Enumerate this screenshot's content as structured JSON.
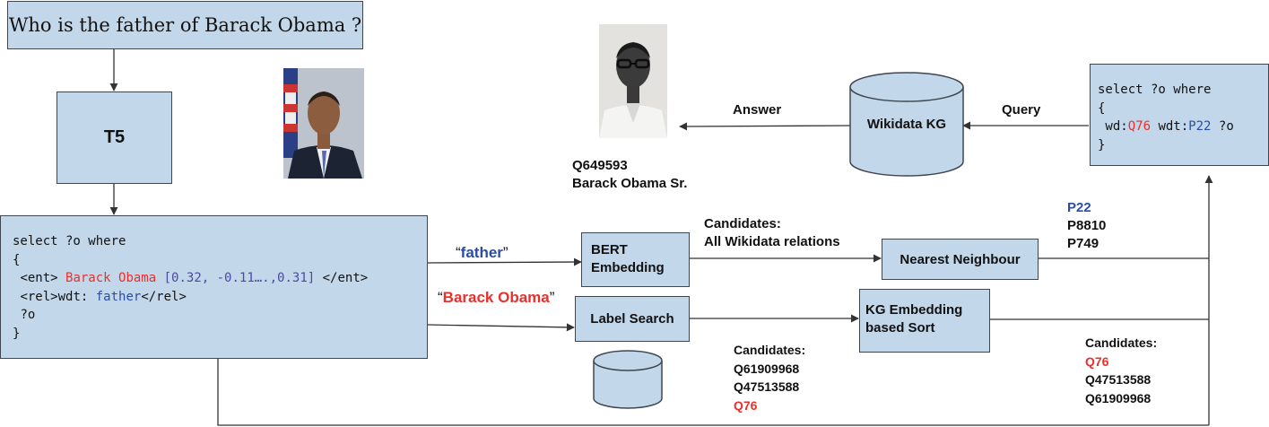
{
  "question": "Who is the father of Barack Obama ?",
  "model": "T5",
  "query_template": {
    "line1": "select ?o where",
    "line2": "{",
    "ent_open": "<ent> ",
    "entity_label": "Barack Obama",
    "entity_vector": "[0.32, -0.11….,0.31]",
    "ent_close": " </ent>",
    "rel_open": "<rel>wdt: ",
    "relation_label": "father",
    "rel_close": "</rel>",
    "line5": "?o",
    "line6": "}"
  },
  "relation_mention": {
    "open_quote": "“",
    "text": "father",
    "close_quote": "”"
  },
  "entity_mention": {
    "open_quote": "“",
    "text": "Barack Obama",
    "close_quote": "”"
  },
  "bert_embedding": {
    "line1": "BERT",
    "line2": "Embedding"
  },
  "label_search": "Label Search",
  "relation_candidates": {
    "line1": "Candidates:",
    "line2": "All Wikidata relations"
  },
  "nearest_neighbour": "Nearest Neighbour",
  "relation_results": [
    "P22",
    "P8810",
    "P749"
  ],
  "kg_sort": {
    "line1": "KG Embedding",
    "line2": "based Sort"
  },
  "entity_candidates": {
    "title": "Candidates:",
    "items": [
      "Q61909968",
      "Q47513588",
      "Q76"
    ]
  },
  "sorted_candidates": {
    "title": "Candidates:",
    "items": [
      "Q76",
      "Q47513588",
      "Q61909968"
    ]
  },
  "final_query": {
    "line1": "select ?o where",
    "line2": "{",
    "prefix": " wd:",
    "entity_id": "Q76",
    "middle": " wdt:",
    "relation_id": "P22",
    "suffix": " ?o",
    "line4": "}"
  },
  "query_label": "Query",
  "kg_label": "Wikidata KG",
  "answer_label": "Answer",
  "answer": {
    "id": "Q649593",
    "name": "Barack Obama Sr."
  },
  "colors": {
    "box_fill": "#c3d7ea",
    "highlight_red": "#e8302c",
    "highlight_blue": "#2a4ea6"
  }
}
